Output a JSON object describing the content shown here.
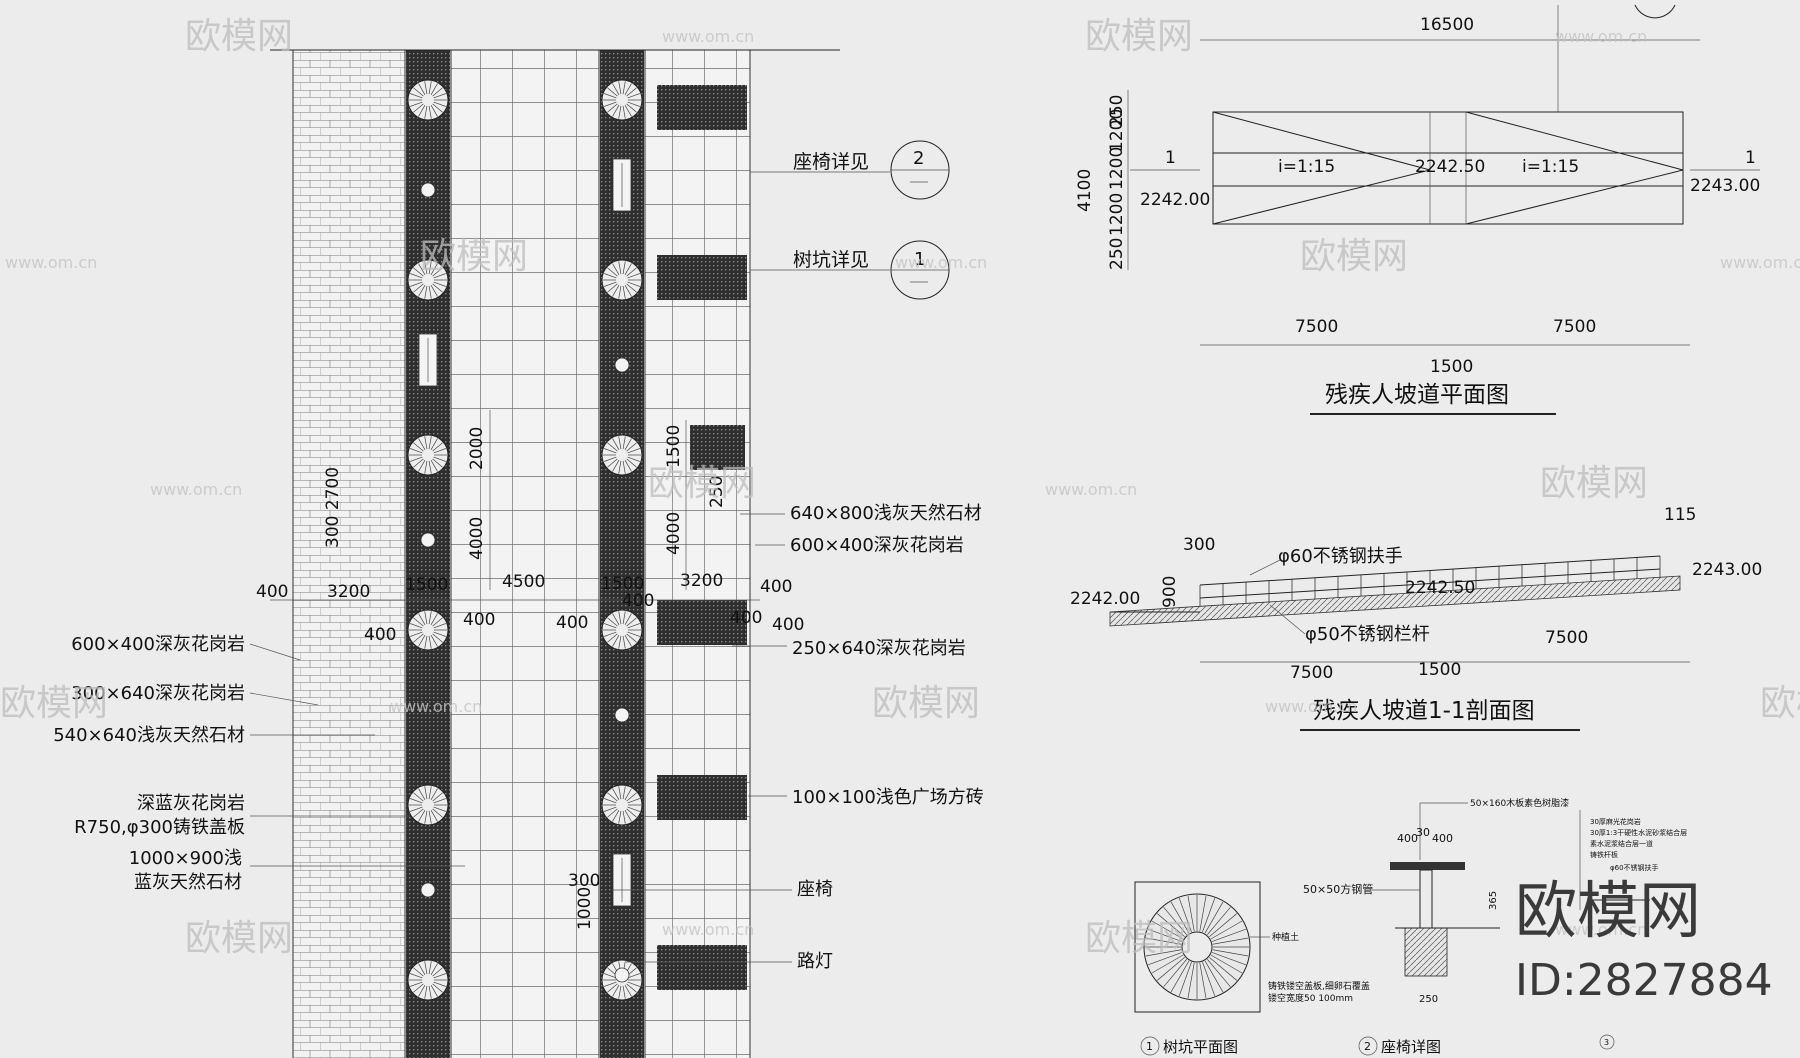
{
  "watermarks": {
    "brand": "欧模网",
    "url": "www.om.cn",
    "id_label": "ID:2827884"
  },
  "plan_left": {
    "seat_callout": {
      "text": "座椅详见",
      "num": "2"
    },
    "pit_callout": {
      "text": "树坑详见",
      "num": "1"
    },
    "dims": {
      "d400a": "400",
      "d3200a": "3200",
      "d1500a": "1500",
      "d4500": "4500",
      "d1500b": "1500",
      "d3200b": "3200",
      "d400b": "400",
      "d400c": "400",
      "d400d": "400",
      "d400e": "400",
      "d400f": "400",
      "d400g": "400",
      "d400h": "400",
      "d2000": "2000",
      "d4000a": "4000",
      "d4000b": "4000",
      "d1500v": "1500",
      "d250v": "250",
      "d300_2700": "300 2700",
      "d300s": "300",
      "d1000": "1000"
    },
    "labels_left": [
      "600×400深灰花岗岩",
      "300×640深灰花岗岩",
      "540×640浅灰天然石材",
      "深蓝灰花岗岩",
      "R750,φ300铸铁盖板",
      "1000×900浅",
      "蓝灰天然石材"
    ],
    "labels_right": [
      "640×800浅灰天然石材",
      "600×400深灰花岗岩",
      "250×640深灰花岗岩",
      "100×100浅色广场方砖",
      "座椅",
      "路灯"
    ]
  },
  "ramp_plan": {
    "title": "残疾人坡道平面图",
    "dim_total": "16500",
    "dims_v": [
      "250",
      "1200",
      "1200",
      "1200",
      "250"
    ],
    "dim_4100": "4100",
    "elev_left": "2242.00",
    "elev_mid": "2242.50",
    "elev_right": "2243.00",
    "slope_left": "i=1:15",
    "slope_right": "i=1:15",
    "sec_mark_left": "1",
    "sec_mark_right": "1",
    "dim_7500a": "7500",
    "dim_7500b": "7500",
    "dim_1500": "1500"
  },
  "ramp_section": {
    "title": "残疾人坡道1-1剖面图",
    "dim_300": "300",
    "dim_115": "115",
    "dim_900": "900",
    "handrail": "φ60不锈钢扶手",
    "railing": "φ50不锈钢栏杆",
    "elev_left": "2242.00",
    "elev_mid": "2242.50",
    "elev_right": "2243.00",
    "dim_7500a": "7500",
    "dim_7500b": "7500",
    "dim_1500": "1500"
  },
  "details": {
    "pit_title": "树坑平面图",
    "pit_num": "1",
    "pit_note1": "种植土",
    "pit_note2": "铸铁镂空盖板,细卵石覆盖",
    "pit_note3": "镂空宽度50  100mm",
    "seat_title": "座椅详图",
    "seat_num": "2",
    "seat_note1": "50×160木板素色树脂漆",
    "seat_note2": "50×50方钢管",
    "seat_dims": [
      "400",
      "30",
      "400",
      "365",
      "250"
    ],
    "seat_right_notes": [
      "30厚麻光花岗岩",
      "30厚1:3干硬性水泥砂浆结合层",
      "素水泥浆结合层一道",
      "铸铁杆板",
      "φ60不锈钢扶手"
    ],
    "seat_sec_num": "3"
  }
}
